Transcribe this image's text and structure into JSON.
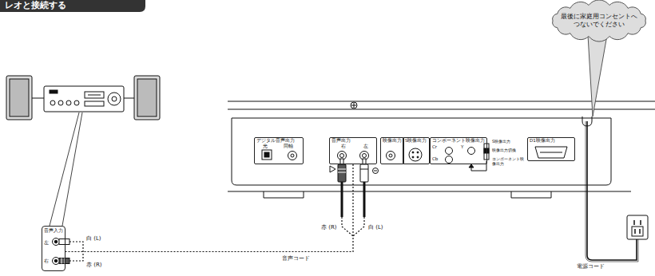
{
  "diagram": {
    "title": "レオと接続する",
    "nodes": [
      {
        "text": [
          "最後に家庭用コンセントへ つないでください"
        ]
      },
      {
        "text": [
          "音声入力",
          "左",
          "右"
        ]
      },
      {
        "text": [
          "デジタル音声出力",
          "光",
          "同軸"
        ]
      },
      {
        "text": [
          "音声出力",
          "右",
          "左"
        ]
      },
      {
        "text": [
          "映像出力"
        ]
      },
      {
        "text": [
          "S映像出力"
        ]
      },
      {
        "text": [
          "コンポーネント映像出力",
          "Cr",
          "Y",
          "Cb"
        ]
      },
      {
        "text": [
          "D1映像出力"
        ]
      }
    ],
    "edges": [
      {
        "from": 3,
        "to": 1,
        "label": "音声コード",
        "arrow": "none"
      }
    ],
    "labels": [
      "S映像出力",
      "映像出力切換",
      "コンポーネント映像出力",
      "赤 (R)",
      "白 (L)",
      "白 (L)",
      "赤 (R)",
      "電源コード"
    ]
  }
}
